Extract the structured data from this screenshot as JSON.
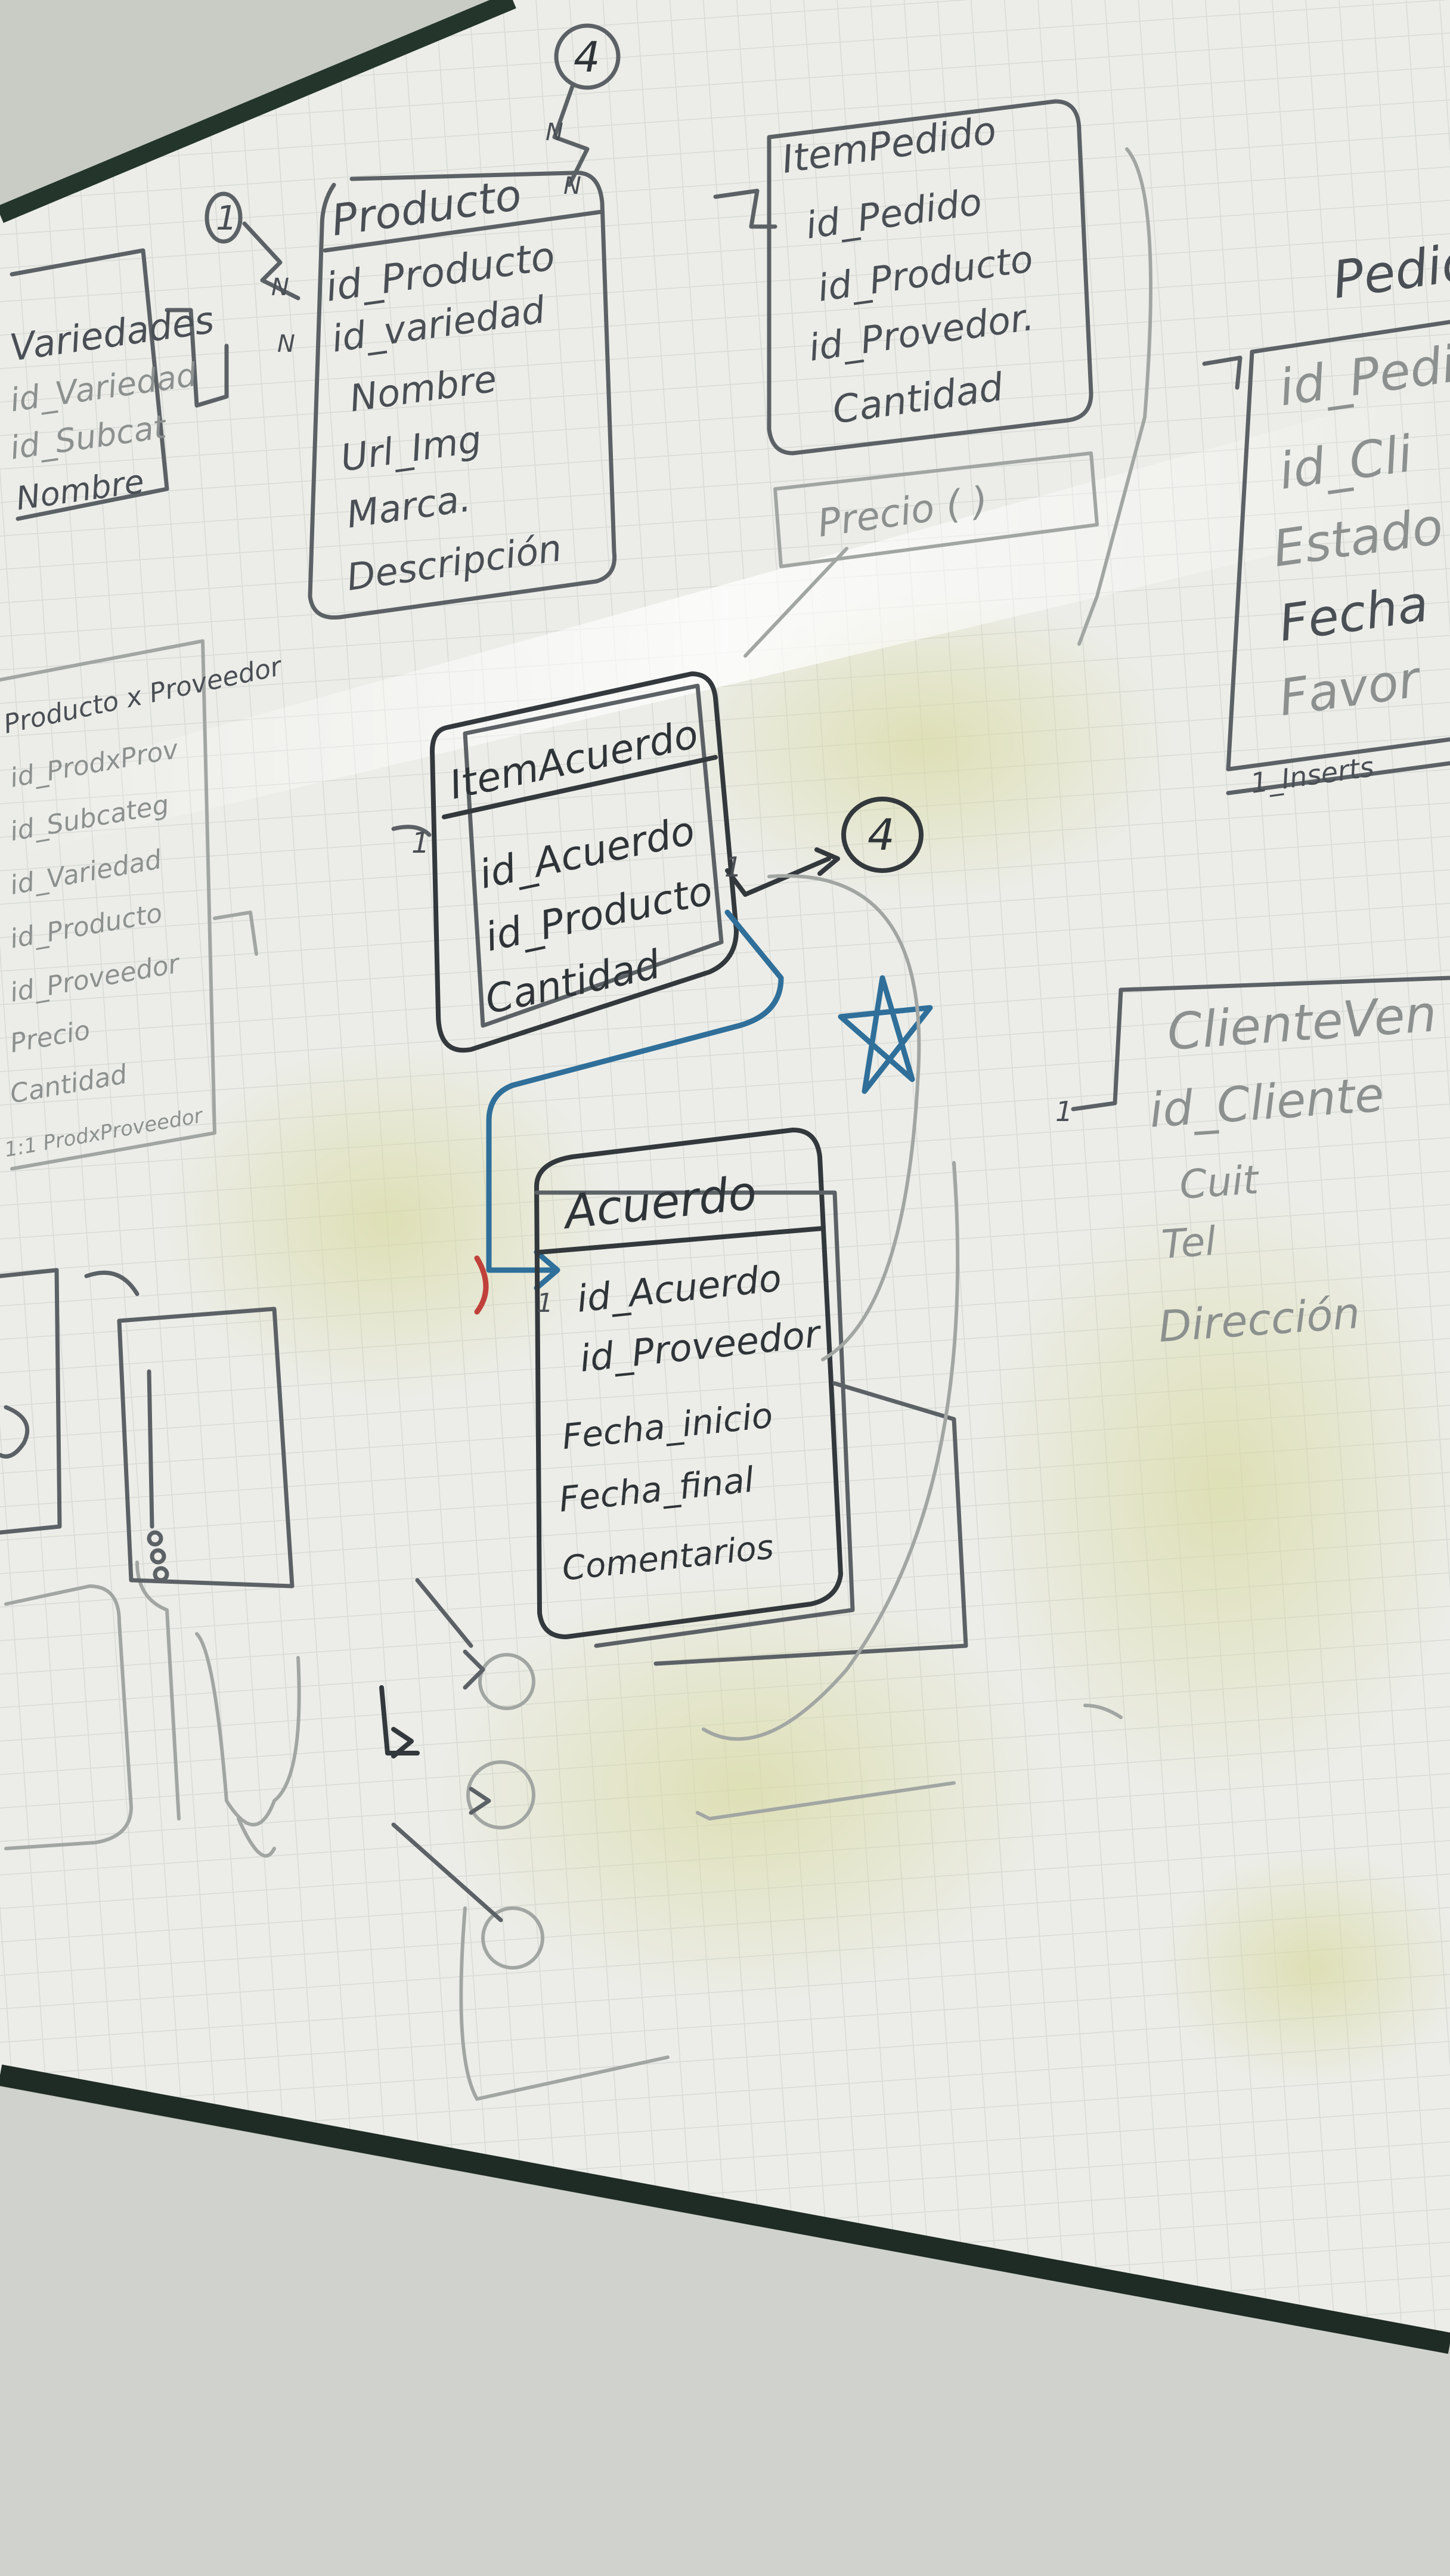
{
  "board": {
    "colors": {
      "wall": "#c9ccc4",
      "board": "#ecede8",
      "frame": "#24362c",
      "ink": "#4a4f55",
      "blue_marker": "#2f6f9a",
      "red_marker": "#c0413b"
    }
  },
  "entities": {
    "producto": {
      "title": "Producto",
      "fields": [
        "id_Producto",
        "id_variedad",
        "Nombre",
        "Url_Img",
        "Marca.",
        "Descripción"
      ]
    },
    "variedades": {
      "title": "Variedades",
      "fields": [
        "id_Variedad",
        "id_Subcat",
        "Nombre"
      ]
    },
    "item_pedido": {
      "title": "ItemPedido",
      "fields": [
        "id_Pedido",
        "id_Producto",
        "id_Provedor.",
        "Cantidad",
        "Precio ( )"
      ]
    },
    "pedido": {
      "title": "Pedid",
      "fields": [
        "id_Pedi",
        "id_Cli",
        "Estado",
        "Fecha",
        "Favor"
      ],
      "footer": "1_Inserts"
    },
    "producto_x_proveedor": {
      "title": "Producto x Proveedor",
      "fields": [
        "id_ProdxProv",
        "id_Subcateg",
        "id_Variedad",
        "id_Producto",
        "id_Proveedor",
        "Precio",
        "Cantidad",
        "1:1 ProdxProveedor"
      ]
    },
    "item_acuerdo": {
      "title": "ItemAcuerdo",
      "fields": [
        "id_Acuerdo",
        "id_Producto",
        "Cantidad"
      ]
    },
    "acuerdo": {
      "title": "Acuerdo",
      "fields": [
        "id_Acuerdo",
        "id_Proveedor",
        "Fecha_inicio",
        "Fecha_final",
        "Comentarios"
      ]
    },
    "cliente_vendedor": {
      "title": "ClienteVen",
      "fields": [
        "id_Cliente",
        "Cuit",
        "Tel",
        "Dirección"
      ]
    }
  },
  "marks": {
    "circle_4_top": "4",
    "circle_4_right": "4",
    "mark_1": "1",
    "mark_N": "N",
    "mark_1_left": "1"
  },
  "icons": [
    "star-icon",
    "arrow-icon"
  ]
}
